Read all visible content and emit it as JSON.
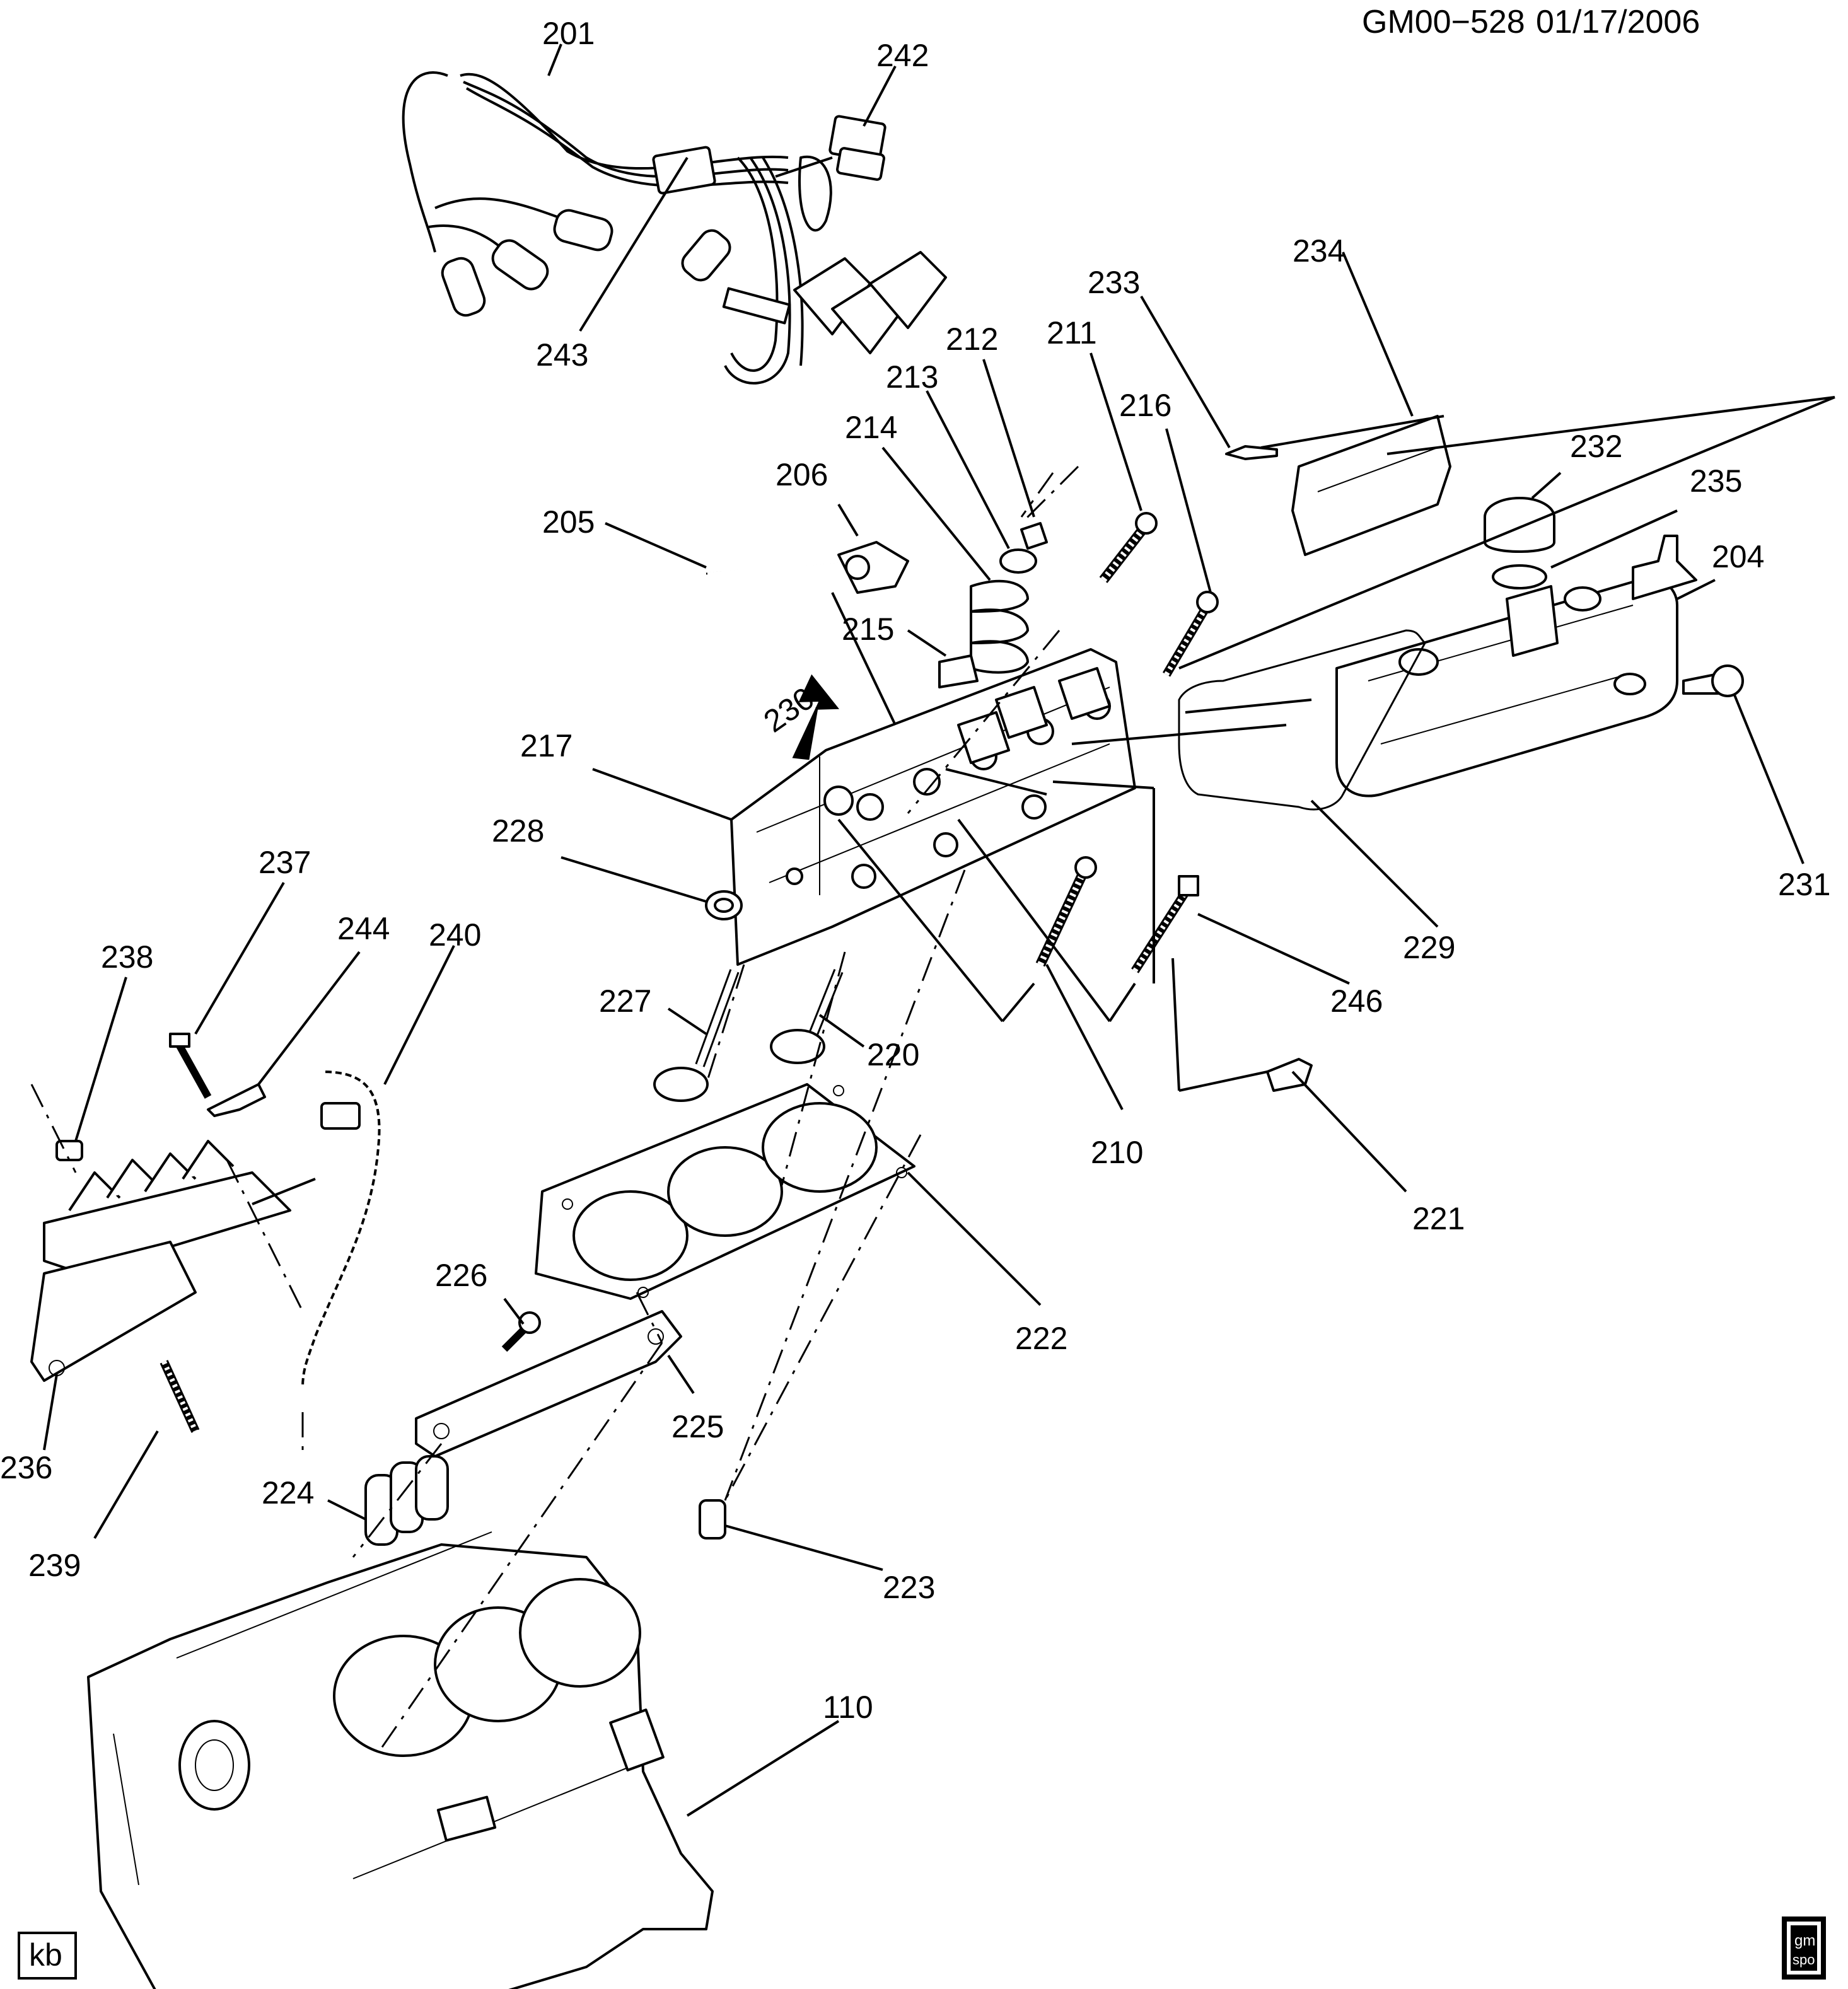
{
  "header": {
    "code": "GM00−528",
    "date": "01/17/2006"
  },
  "footer": {
    "initials": "kb",
    "logo_top": "gm",
    "logo_bottom": "spo"
  },
  "callouts": {
    "c201": "201",
    "c242": "242",
    "c243": "243",
    "c234": "234",
    "c233": "233",
    "c211": "211",
    "c212": "212",
    "c213": "213",
    "c216": "216",
    "c214": "214",
    "c232": "232",
    "c235": "235",
    "c206": "206",
    "c205": "205",
    "c204": "204",
    "c215": "215",
    "c230": "230",
    "c217": "217",
    "c228": "228",
    "c231": "231",
    "c237": "237",
    "c229": "229",
    "c244": "244",
    "c240": "240",
    "c238": "238",
    "c227": "227",
    "c246": "246",
    "c220": "220",
    "c210": "210",
    "c221": "221",
    "c226": "226",
    "c222": "222",
    "c225": "225",
    "c236": "236",
    "c224": "224",
    "c239": "239",
    "c223": "223",
    "c110": "110"
  }
}
